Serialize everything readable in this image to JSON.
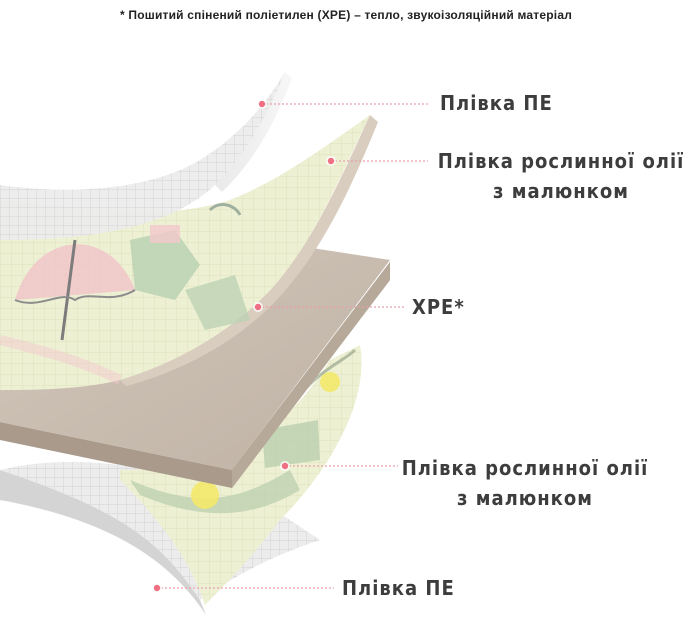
{
  "footnote": "* Пошитий спінений поліетилен (ХРЕ) – тепло, звукоізоляційний матеріал",
  "layers": [
    {
      "id": "pe_top",
      "lines": [
        "Плівка ПЕ"
      ]
    },
    {
      "id": "oil_top",
      "lines": [
        "Плівка рослинної олії",
        "з малюнком"
      ]
    },
    {
      "id": "xpe",
      "lines": [
        "XPE*"
      ]
    },
    {
      "id": "oil_bottom",
      "lines": [
        "Плівка рослинної олії",
        "з малюнком"
      ]
    },
    {
      "id": "pe_bottom",
      "lines": [
        "Плівка ПЕ"
      ]
    }
  ],
  "colors": {
    "leader": "#e8a0aa",
    "marker": "#ef6f83",
    "xpe": "#c8bcb0",
    "pattern_film": "#f1f0cf",
    "pe_film": "#e6e6e6",
    "label": "#3d3d3d"
  }
}
